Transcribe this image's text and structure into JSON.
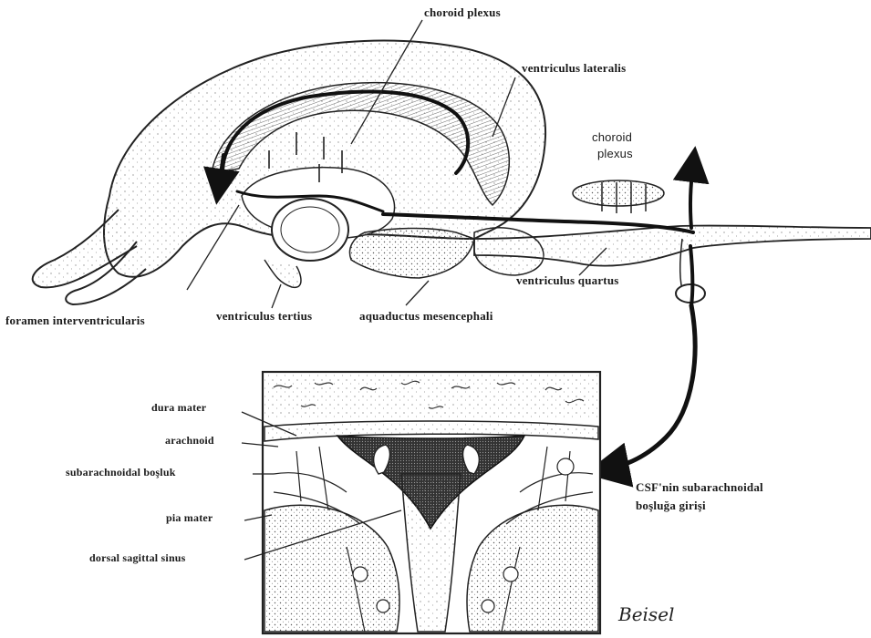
{
  "labels": {
    "choroid_plexus_top": "choroid plexus",
    "ventriculus_lateralis": "ventriculus lateralis",
    "choroid_plexus_right": "choroid\nplexus",
    "choroid_plexus_right_l1": "choroid",
    "choroid_plexus_right_l2": "plexus",
    "ventriculus_quartus": "ventriculus quartus",
    "foramen_interventricularis": "foramen interventricularis",
    "ventriculus_tertius": "ventriculus tertius",
    "aquaductus_mesencephali": "aquaductus mesencephali",
    "dura_mater": "dura mater",
    "arachnoid": "arachnoid",
    "subarachnoidal_bosluk": "subarachnoidal boşluk",
    "pia_mater": "pia mater",
    "dorsal_sagittal_sinus": "dorsal sagittal sinus",
    "csf_entry_l1": "CSF'nin subarachnoidal",
    "csf_entry_l2": "boşluğa girişi"
  },
  "signature": "Beisel",
  "colors": {
    "ink": "#1a1a1a",
    "stipple": "#555555",
    "paper": "#ffffff"
  }
}
